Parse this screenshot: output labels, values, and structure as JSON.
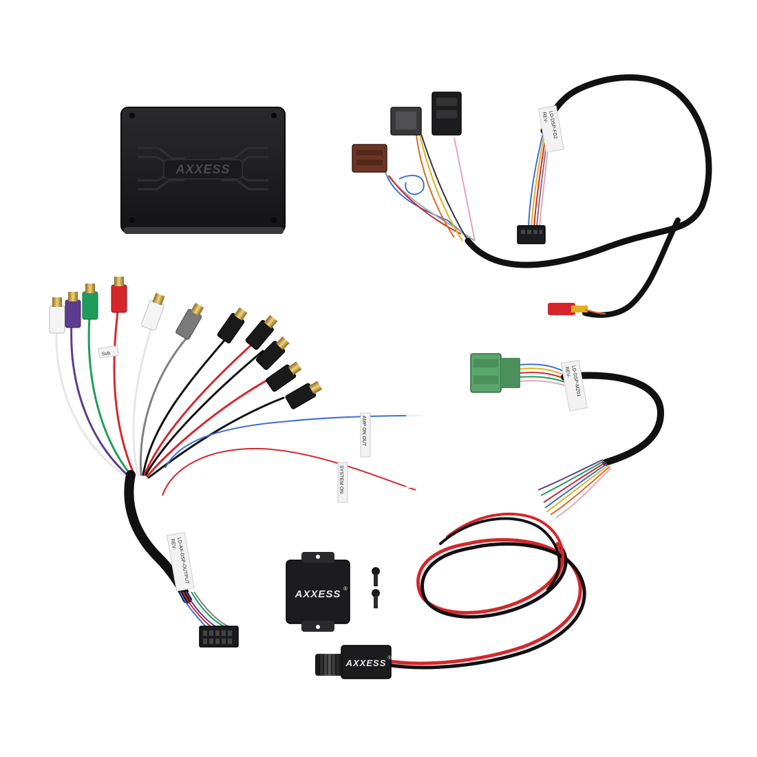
{
  "brand": {
    "name": "AXXESS",
    "mark": "®"
  },
  "labels": {
    "sub": "Sub",
    "amp_on_out": "AMP ON OUT",
    "system_on": "SYSTEM ON",
    "harness_top": "LD-DSP-FD2",
    "harness_top_rev": "REV-",
    "harness_green": "LD-DSP-MZ01",
    "harness_green_rev": "REV-",
    "harness_main": "LD-AX-DSP-OUTPUT",
    "harness_main_rev": "REV-"
  },
  "colors": {
    "background": "#ffffff",
    "module_black": "#1c1c1e",
    "cable_black": "#111111",
    "wire_red": "#d6262b",
    "wire_blue": "#3d6fd1",
    "wire_green": "#1e9c5c",
    "wire_purple": "#5b3c8f",
    "wire_grey": "#808080",
    "connector_brown": "#6b3526",
    "connector_green": "#5aa56b",
    "rca_chrome": "#c9a44a"
  },
  "icons": {
    "dsp_module": "dsp-module-icon",
    "remote_knob": "remote-knob-icon",
    "mounting_bracket": "mounting-bracket-icon",
    "screw": "screw-icon"
  }
}
